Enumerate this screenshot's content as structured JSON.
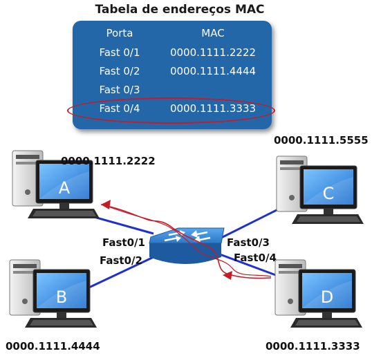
{
  "title": "Tabela de endereços MAC",
  "mac_table": {
    "header": {
      "port": "Porta",
      "mac": "MAC"
    },
    "rows": [
      {
        "port": "Fast 0/1",
        "mac": "0000.1111.2222"
      },
      {
        "port": "Fast 0/2",
        "mac": "0000.1111.4444"
      },
      {
        "port": "Fast 0/3",
        "mac": ""
      },
      {
        "port": "Fast 0/4",
        "mac": "0000.1111.3333"
      }
    ],
    "highlighted_row": 3
  },
  "hosts": {
    "A": {
      "letter": "A",
      "mac": "0000.1111.2222",
      "port": "Fast0/1"
    },
    "B": {
      "letter": "B",
      "mac": "0000.1111.4444",
      "port": "Fast0/2"
    },
    "C": {
      "letter": "C",
      "mac": "0000.1111.5555",
      "port": "Fast0/3"
    },
    "D": {
      "letter": "D",
      "mac": "0000.1111.3333",
      "port": "Fast0/4"
    }
  },
  "colors": {
    "table_bg": "#2467a8",
    "highlight": "#c61a25",
    "link": "#1f2fd0",
    "path_arrow": "#c61a25",
    "switch": "#2a78c8",
    "screen": "#3b8fe0"
  },
  "icons": {
    "switch": "switch-icon",
    "computer": "desktop-computer-icon"
  }
}
